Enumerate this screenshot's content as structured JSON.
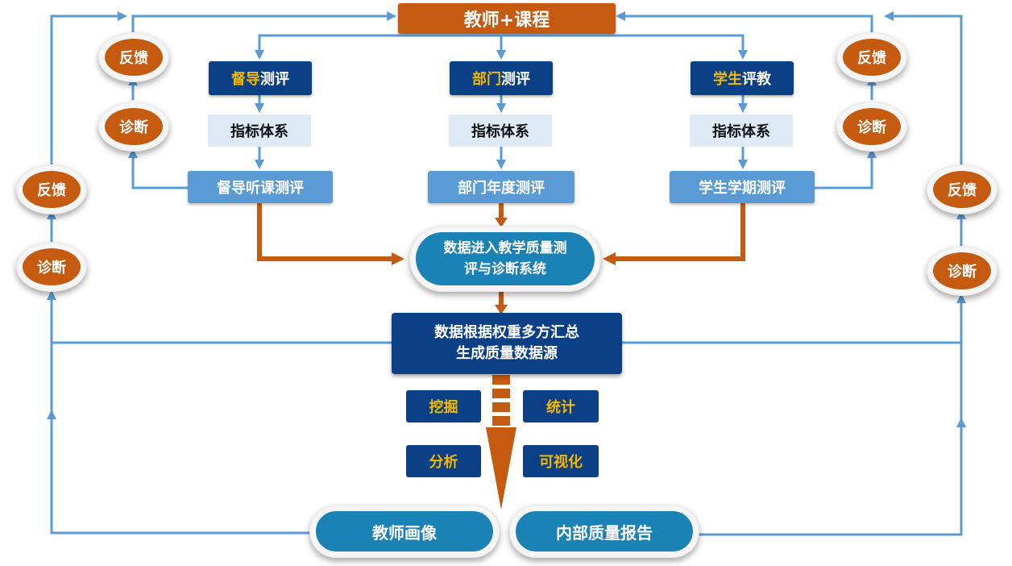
{
  "top": {
    "label": "教师+课程"
  },
  "columns": [
    {
      "head_hl": "督导",
      "head_rest": "测评",
      "index": "指标体系",
      "eval": "督导听课测评"
    },
    {
      "head_hl": "部门",
      "head_rest": "测评",
      "index": "指标体系",
      "eval": "部门年度测评"
    },
    {
      "head_hl": "学生",
      "head_rest": "评教",
      "index": "指标体系",
      "eval": "学生学期测评"
    }
  ],
  "center": {
    "line1": "数据进入教学质量测",
    "line2": "评与诊断系统"
  },
  "aggregate": {
    "line1": "数据根据权重多方汇总",
    "line2": "生成质量数据源"
  },
  "tools": {
    "mining": "挖掘",
    "stats": "统计",
    "analysis": "分析",
    "visual": "可视化"
  },
  "outputs": {
    "portrait": "教师画像",
    "report": "内部质量报告"
  },
  "loop": {
    "feedback": "反馈",
    "diagnosis": "诊断"
  },
  "colors": {
    "orange": "#c55a11",
    "navy": "#0b3f86",
    "blue": "#5b9bd5",
    "teal": "#1b82b5",
    "gold": "#f5b800"
  }
}
